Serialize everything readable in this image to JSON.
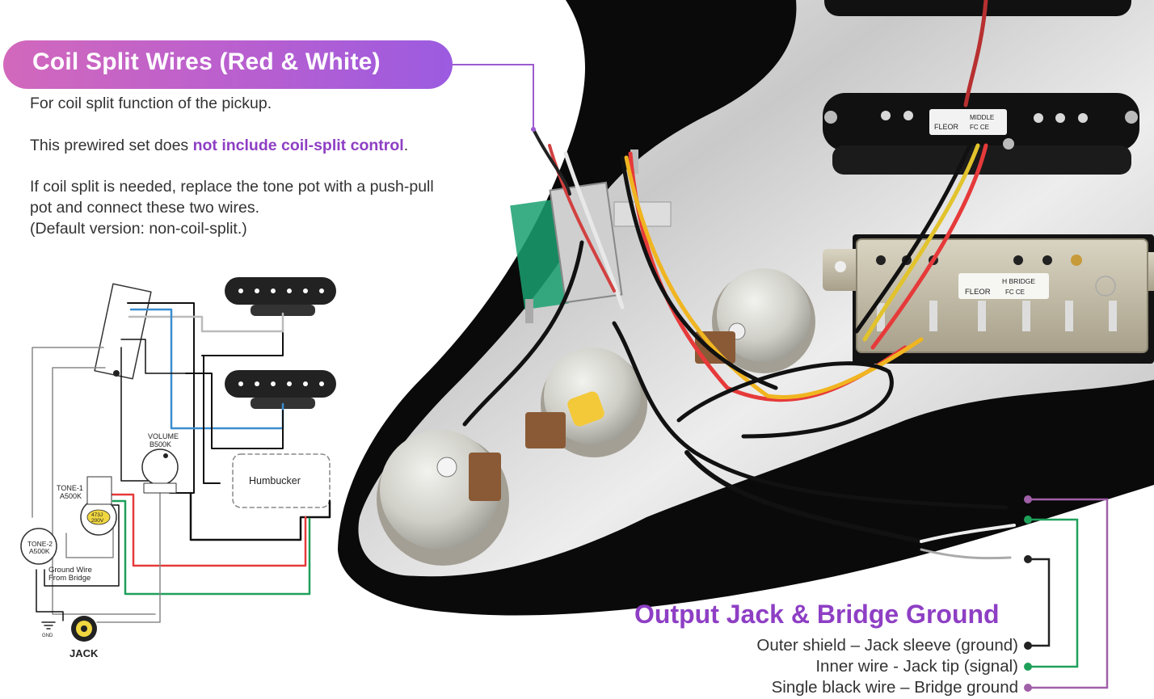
{
  "coil_split": {
    "title": "Coil Split Wires (Red & White)",
    "line1": "For coil split function of the pickup.",
    "line2_pre": "This prewired set does ",
    "line2_highlight": "not include coil-split control",
    "line2_post": ".",
    "line3a": "If coil split is needed, replace the tone pot with a push-pull",
    "line3b": "pot and connect these two wires.",
    "line3c": "(Default version: non-coil-split.)"
  },
  "schematic": {
    "volume": "VOLUME",
    "volume_value": "B500K",
    "tone1": "TONE-1",
    "tone1_value": "A500K",
    "tone2": "TONE-2",
    "tone2_value": "A500K",
    "cap1": "473J",
    "cap2": "200V",
    "humbucker": "Humbucker",
    "ground_wire_1": "Ground Wire",
    "ground_wire_2": "From Bridge",
    "gnd": "GND",
    "jack": "JACK"
  },
  "photo_labels": {
    "middle": "MIDDLE",
    "bridge": "H BRIDGE",
    "brand": "FLEOR",
    "cert": "FC CE"
  },
  "output": {
    "title": "Output Jack & Bridge Ground",
    "line1": "Outer shield – Jack sleeve (ground)",
    "line2": "Inner wire  - Jack tip (signal)",
    "line3": "Single black wire – Bridge ground"
  },
  "colors": {
    "accent": "#8e3fc4",
    "banner_start": "#d268bc",
    "banner_end": "#9b5be0",
    "green": "#1fa05a",
    "wire_red": "#e63a3a",
    "wire_blue": "#3a8ed0"
  }
}
